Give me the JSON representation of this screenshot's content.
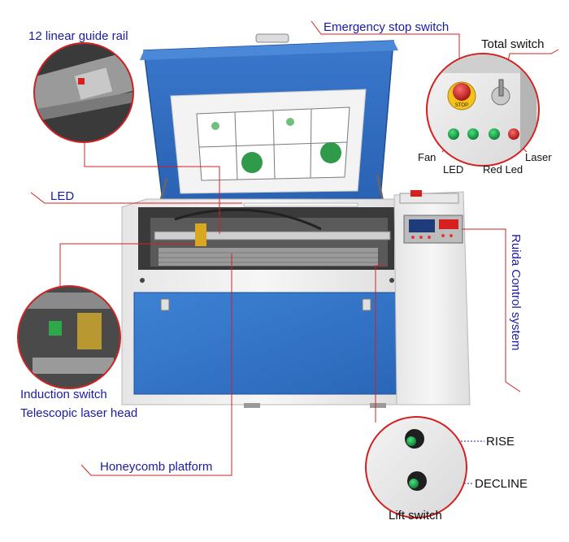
{
  "colors": {
    "callout_line": "#d32020",
    "label_text": "#1a1aa8",
    "machine_blue": "#2f6ec4",
    "machine_white": "#efefef",
    "button_green": "#13a34a",
    "button_red": "#d61f1f"
  },
  "labels": {
    "guide_rail": "12 linear guide rail",
    "emergency_stop": "Emergency stop switch",
    "total_switch": "Total switch",
    "led_top": "LED",
    "fan": "Fan",
    "led_panel": "LED",
    "red_led": "Red Led",
    "laser": "Laser",
    "ruida": "Ruida Control system",
    "induction_switch": "Induction switch",
    "telescopic_head": "Telescopic laser head",
    "honeycomb": "Honeycomb platform",
    "rise": "RISE",
    "decline": "DECLINE",
    "lift_switch": "Lift switch",
    "stop_button": "STOP"
  }
}
